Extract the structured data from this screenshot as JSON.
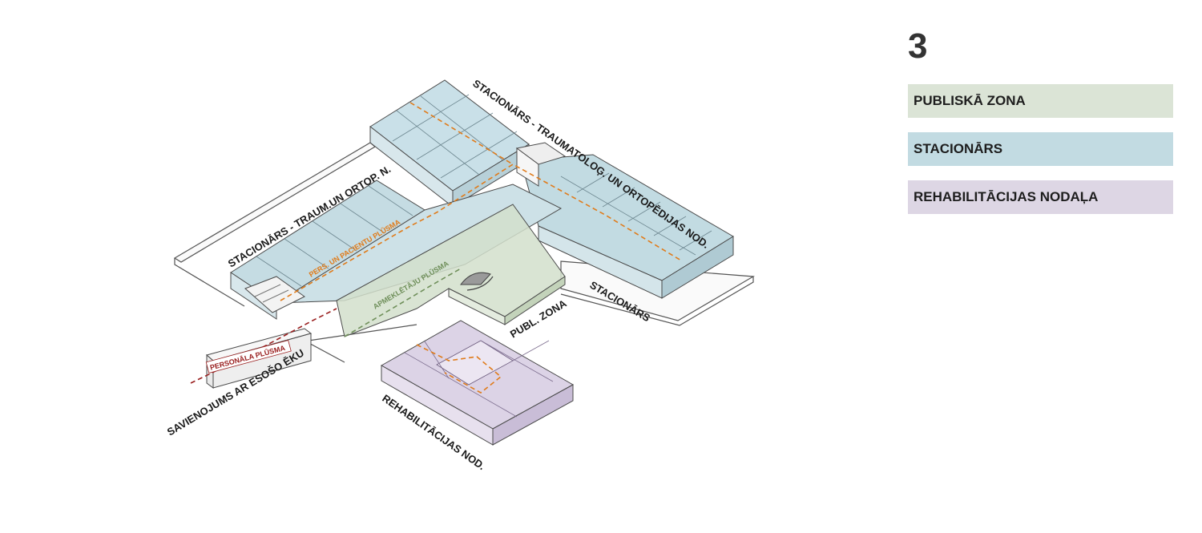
{
  "sheet_number": "3",
  "legend": [
    {
      "label": "PUBLISKĀ ZONA",
      "color": "#dbe4d6"
    },
    {
      "label": "STACIONĀRS",
      "color": "#c2dbe2"
    },
    {
      "label": "REHABILITĀCIJAS NODAĻA",
      "color": "#ddd6e4"
    }
  ],
  "labels": {
    "stac_trauma_ortop": "STACIONĀRS - TRAUMATOLOĢ. UN ORTOPĒDIJAS NOD.",
    "stac_traum_ortop_short": "STACIONĀRS - TRAUM.UN ORTOP. N.",
    "stacionars": "STACIONĀRS",
    "publ_zona": "PUBL. ZONA",
    "rehab_nod": "REHABILITĀCIJAS NOD.",
    "savienojums": "SAVIENOJUMS AR ESOŠO ĒKU"
  },
  "flows": {
    "pers_pacientu": "PERS. UN PACIENTU PLŪSMA",
    "apmekletaju": "APMEKLĒTĀJU PLŪSMA",
    "personala": "PERSONĀLA PLŪSMA"
  },
  "colors": {
    "stationary": "#c2dbe2",
    "public": "#d2dfcb",
    "rehab": "#dcd3e6",
    "flow_orange": "#e07b1a",
    "flow_green": "#6f8f5a",
    "flow_red": "#9a2020"
  }
}
